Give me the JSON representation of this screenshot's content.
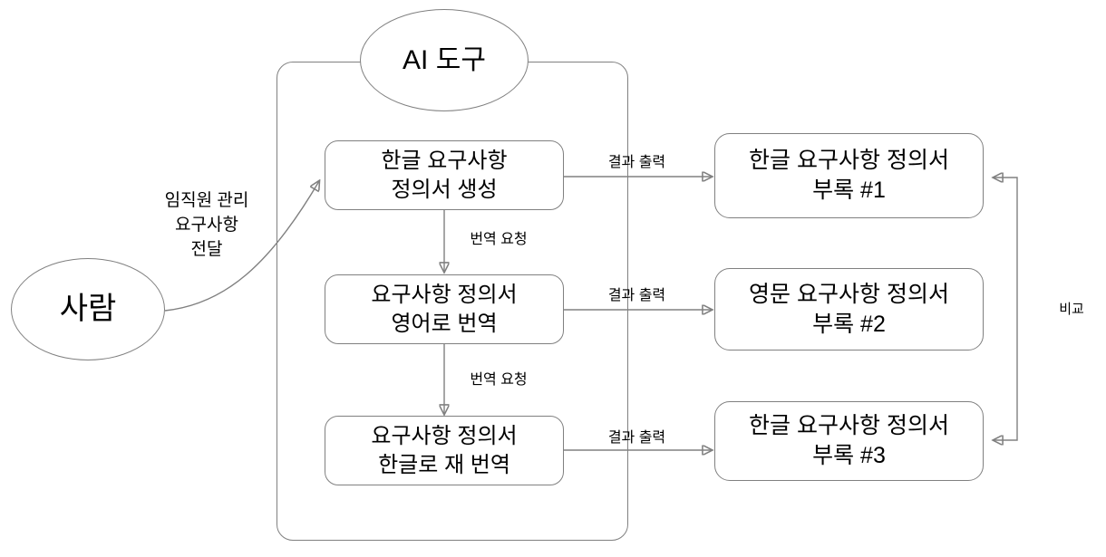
{
  "page": {
    "background": "#ffffff"
  },
  "colors": {
    "line": "#808080",
    "text": "#000000",
    "node_fill": "#ffffff"
  },
  "diagram": {
    "ai_tool_label": "AI 도구",
    "person_label": "사람",
    "process_nodes": [
      {
        "label": "한글 요구사항\n정의서 생성"
      },
      {
        "label": "요구사항 정의서\n영어로 번역"
      },
      {
        "label": "요구사항 정의서\n한글로 재 번역"
      }
    ],
    "output_nodes": [
      {
        "label": "한글 요구사항 정의서\n부록 #1"
      },
      {
        "label": "영문 요구사항 정의서\n부록 #2"
      },
      {
        "label": "한글 요구사항 정의서\n부록 #3"
      }
    ],
    "edge_labels": {
      "person_request": "임직원 관리\n요구사항\n전달",
      "result_output_1": "결과 출력",
      "result_output_2": "결과 출력",
      "result_output_3": "결과 출력",
      "translate_request_1": "번역 요청",
      "translate_request_2": "번역 요청",
      "compare": "비교"
    }
  }
}
